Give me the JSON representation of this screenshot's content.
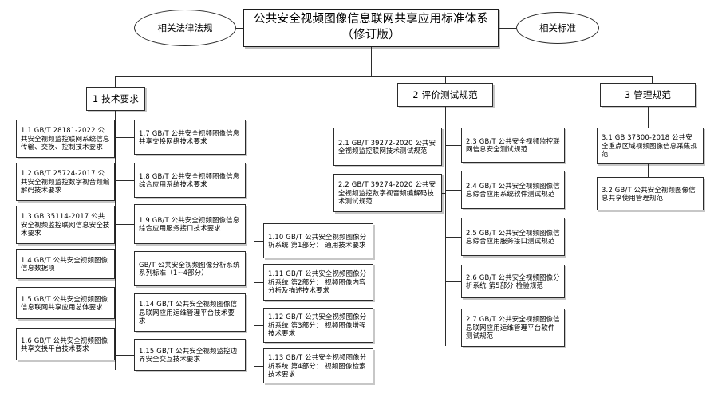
{
  "diagram": {
    "title": "公共安全视频图像信息联网共享应用标准体系\n（修订版）",
    "title_line1": "公共安全视频图像信息联网共享应用标准体系",
    "title_line2": "（修订版）",
    "left_ellipse": "相关法律法规",
    "right_ellipse": "相关标准",
    "categories": [
      {
        "id": "cat1",
        "label": "1 技术要求"
      },
      {
        "id": "cat2",
        "label": "2 评价测试规范"
      },
      {
        "id": "cat3",
        "label": "3 管理规范"
      }
    ],
    "tech_col1": [
      {
        "id": "1.1",
        "label": "1.1 GB/T 28181-2022 公共安全视频监控联网系统信息传输、交换、控制技术要求"
      },
      {
        "id": "1.2",
        "label": "1.2 GB/T 25724-2017 公共安全视频监控数字视音频编解码技术要求"
      },
      {
        "id": "1.3",
        "label": "1.3 GB 35114-2017 公共安全视频监控联网信息安全技术要求"
      },
      {
        "id": "1.4",
        "label": "1.4 GB/T 公共安全视频图像信息数据项"
      },
      {
        "id": "1.5",
        "label": "1.5 GB/T 公共安全视频图像信息联网共享应用总体要求"
      },
      {
        "id": "1.6",
        "label": "1.6 GB/T 公共安全视频图像共享交换平台技术要求"
      }
    ],
    "tech_col2": [
      {
        "id": "1.7",
        "label": "1.7 GB/T 公共安全视频图像信息共享交换网络技术要求"
      },
      {
        "id": "1.8",
        "label": "1.8 GB/T 公共安全视频图像信息综合应用系统技术要求"
      },
      {
        "id": "1.9",
        "label": "1.9 GB/T 公共安全视频图像信息综合应用服务接口技术要求"
      },
      {
        "id": "series",
        "label": "GB/T 公共安全视频图像分析系统系列标准（1~4部分）"
      },
      {
        "id": "1.14",
        "label": "1.14 GB/T 公共安全视频图像信息联网应用运维管理平台技术要求"
      },
      {
        "id": "1.15",
        "label": "1.15 GB/T 公共安全视频监控边界安全交互技术要求"
      }
    ],
    "tech_col3": [
      {
        "id": "1.10",
        "label": "1.10 GB/T 公共安全视频图像分析系统 第1部分： 通用技术要求"
      },
      {
        "id": "1.11",
        "label": "1.11 GB/T 公共安全视频图像分析系统 第2部分： 视频图像内容分析及描述技术要求"
      },
      {
        "id": "1.12",
        "label": "1.12 GB/T 公共安全视频图像分析系统 第3部分： 视频图像增强技术要求"
      },
      {
        "id": "1.13",
        "label": "1.13 GB/T 公共安全视频图像分析系统 第4部分： 视频图像检索技术要求"
      }
    ],
    "eval_col1": [
      {
        "id": "2.1",
        "label": "2.1 GB/T 39272-2020 公共安全视频监控联网技术测试规范"
      },
      {
        "id": "2.2",
        "label": "2.2 GB/T 39274-2020 公共安全视频监控数字视音频编解码技术测试规范"
      }
    ],
    "eval_col2": [
      {
        "id": "2.3",
        "label": "2.3 GB/T 公共安全视频监控联网信息安全测试规范"
      },
      {
        "id": "2.4",
        "label": "2.4 GB/T 公共安全视频图像信息综合应用系统软件测试规范"
      },
      {
        "id": "2.5",
        "label": "2.5 GB/T 公共安全视频图像信息综合应用服务接口测试规范"
      },
      {
        "id": "2.6",
        "label": "2.6 GB/T 公共安全视频图像分析系统 第5部分 检验规范"
      },
      {
        "id": "2.7",
        "label": "2.7 GB/T 公共安全视频图像信息联网应用运维管理平台软件测试规范"
      }
    ],
    "mgmt_col": [
      {
        "id": "3.1",
        "label": "3.1 GB 37300-2018 公共安全重点区域视频图像信息采集规范"
      },
      {
        "id": "3.2",
        "label": "3.2 GB/T 公共安全视频图像信息共享使用管理规范"
      }
    ]
  }
}
